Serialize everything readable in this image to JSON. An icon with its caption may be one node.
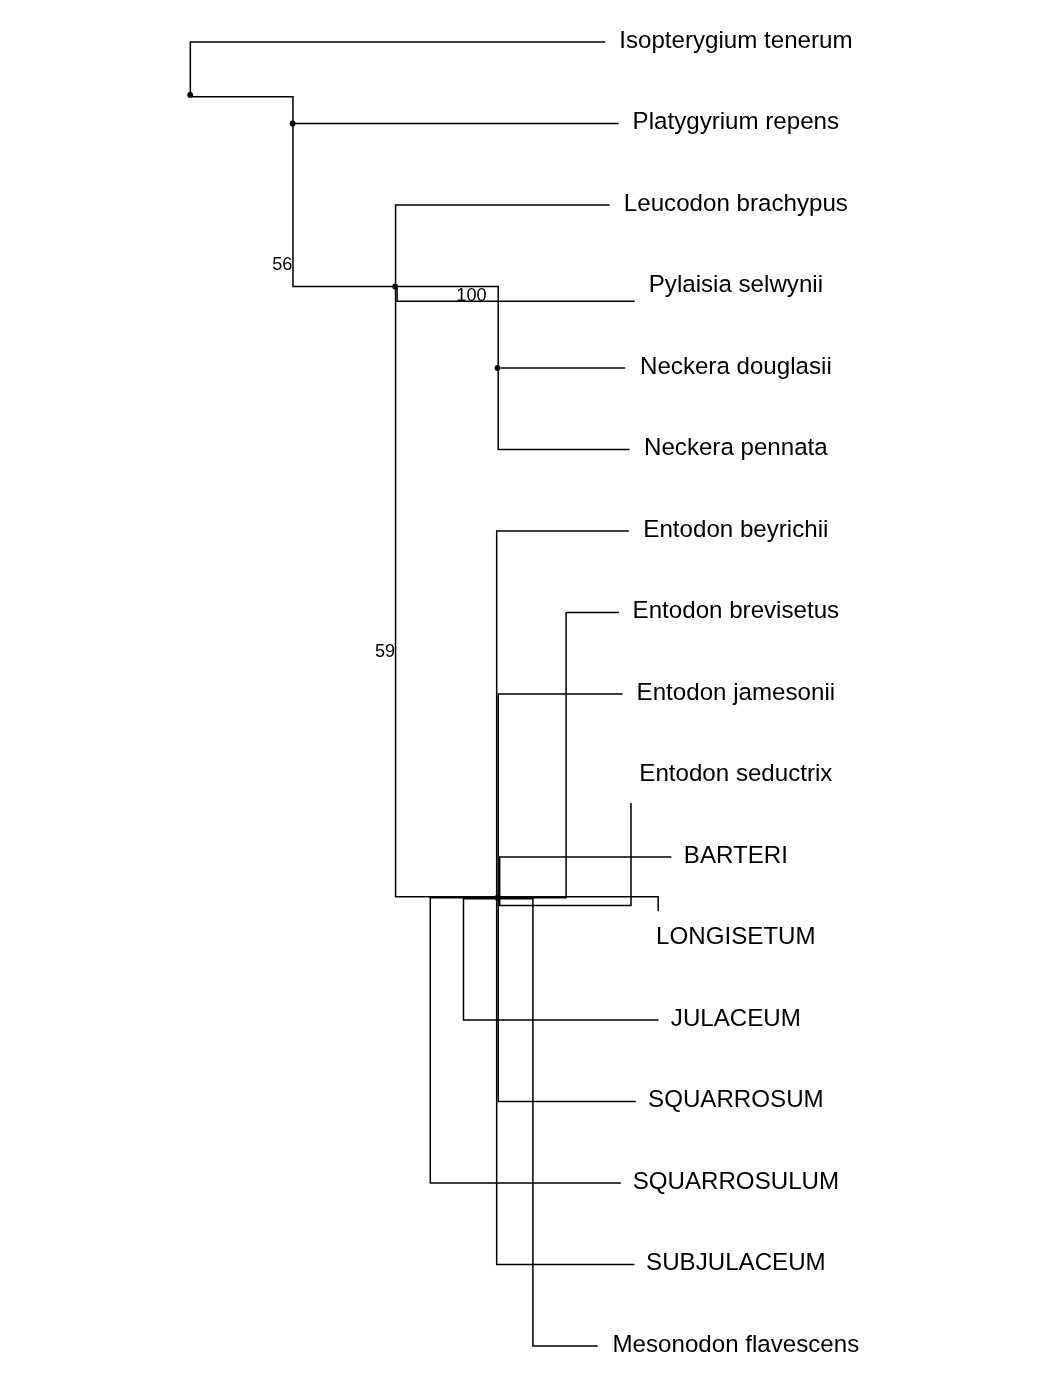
{
  "diagram": {
    "nodes": [
      {
        "text": [],
        "shape": "point"
      },
      {
        "text": [
          "Isopterygium tenerum"
        ]
      },
      {
        "text": [],
        "shape": "point"
      },
      {
        "text": [
          "Platygyrium repens"
        ]
      },
      {
        "text": [],
        "shape": "point"
      },
      {
        "text": [
          "Leucodon brachypus"
        ]
      },
      {
        "text": [
          "Pylaisia selwynii"
        ]
      },
      {
        "text": [],
        "shape": "point"
      },
      {
        "text": [
          "Neckera douglasii"
        ]
      },
      {
        "text": [
          "Neckera pennata"
        ]
      },
      {
        "text": [],
        "shape": "point"
      },
      {
        "text": [
          "Entodon beyrichii"
        ]
      },
      {
        "text": [
          "Entodon brevisetus"
        ]
      },
      {
        "text": [
          "Entodon jamesonii"
        ]
      },
      {
        "text": [
          "Entodon seductrix"
        ]
      },
      {
        "text": [
          "BARTERI"
        ]
      },
      {
        "text": [
          "LONGISETUM"
        ]
      },
      {
        "text": [
          "JULACEUM"
        ]
      },
      {
        "text": [
          "SQUARROSUM"
        ]
      },
      {
        "text": [
          "SQUARROSULUM"
        ]
      },
      {
        "text": [
          "SUBJULACEUM"
        ]
      },
      {
        "text": [
          "Mesonodon flavescens"
        ]
      }
    ],
    "edges": [
      {
        "from": 0,
        "to": 1,
        "arrow": "none"
      },
      {
        "from": 0,
        "to": 2,
        "arrow": "none"
      },
      {
        "from": 2,
        "to": 3,
        "arrow": "none"
      },
      {
        "from": 2,
        "to": 4,
        "arrow": "none",
        "label": "56"
      },
      {
        "from": 4,
        "to": 5,
        "arrow": "none"
      },
      {
        "from": 4,
        "to": 6,
        "arrow": "none"
      },
      {
        "from": 4,
        "to": 7,
        "arrow": "none",
        "label": "100"
      },
      {
        "from": 7,
        "to": 8,
        "arrow": "none"
      },
      {
        "from": 7,
        "to": 9,
        "arrow": "none"
      },
      {
        "from": 4,
        "to": 10,
        "arrow": "none",
        "label": "59"
      },
      {
        "from": 10,
        "to": 11,
        "arrow": "none"
      },
      {
        "from": 10,
        "to": 12,
        "arrow": "none"
      },
      {
        "from": 10,
        "to": 13,
        "arrow": "none"
      },
      {
        "from": 10,
        "to": 14,
        "arrow": "none"
      },
      {
        "from": 10,
        "to": 15,
        "arrow": "none"
      },
      {
        "from": 10,
        "to": 16,
        "arrow": "none"
      },
      {
        "from": 10,
        "to": 17,
        "arrow": "none"
      },
      {
        "from": 10,
        "to": 18,
        "arrow": "none"
      },
      {
        "from": 10,
        "to": 19,
        "arrow": "none"
      },
      {
        "from": 10,
        "to": 20,
        "arrow": "none"
      },
      {
        "from": 10,
        "to": 21,
        "arrow": "none"
      }
    ]
  }
}
